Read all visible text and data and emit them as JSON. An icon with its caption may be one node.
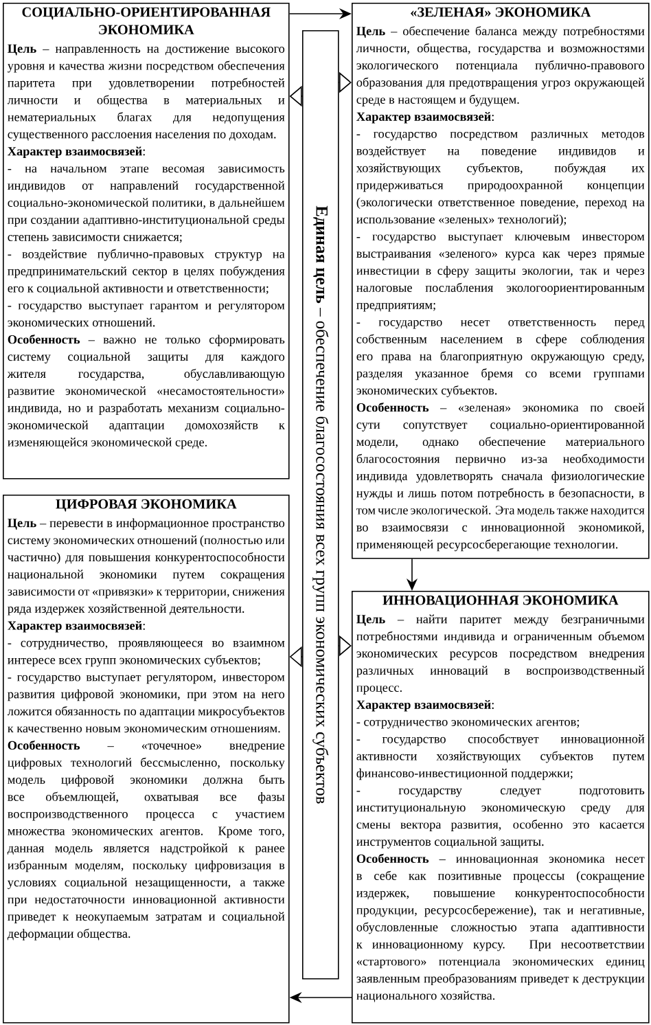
{
  "diagram": {
    "nodes": [
      {
        "text": [
          "СОЦИАЛЬНО-ОРИЕНТИРОВАННАЯ ЭКОНОМИКА",
          "**Цель** – направленность на достижение высокого уровня и качества жизни посредством обеспечения паритета при удовлетворении потребностей личности и общества в материальных и нематериальных благах для недопущения существенного расслоения населения по доходам.",
          "**Характер взаимосвязей**:",
          "- на начальном этапе весомая зависимость индивидов от направлений государственной социально-экономической политики, в дальнейшем при создании адаптивно-институциональной среды степень зависимости снижается;",
          "- воздействие публично-правовых структур на предпринимательский сектор в целях побуждения его к социальной активности и ответственности;",
          "- государство выступает гарантом и регулятором экономических отношений.",
          "**Особенность** – важно не только сформировать систему социальной защиты для каждого жителя государства, обуславливающую развитие экономической «несамостоятельности» индивида, но и разработать механизм социально-экономической адаптации домохозяйств к изменяющейся экономической среде."
        ]
      },
      {
        "text": [
          "**Единая цель** – обеспечение благосостояния всех групп экономических субъектов"
        ]
      },
      {
        "text": [
          "«ЗЕЛЕНАЯ» ЭКОНОМИКА",
          "**Цель** – обеспечение баланса между потребностями личности, общества, государства и возможностями экологического потенциала публично-правового образования для предотвращения угроз окружающей среде в настоящем и будущем.",
          "**Характер взаимосвязей**:",
          "- государство посредством различных методов воздействует на поведение индивидов и хозяйствующих субъектов, побуждая их придерживаться природоохранной концепции (экологически ответственное поведение, переход на использование «зеленых» технологий);",
          "- государство выступает ключевым инвестором выстраивания «зеленого» курса как через прямые инвестиции в сферу защиты экологии, так и через налоговые послабления экологоориентированным предприятиям;",
          "- государство несет ответственность перед собственным населением в сфере соблюдения его права на благоприятную окружающую среду, разделяя указанное бремя со всеми группами экономических субъектов.",
          "**Особенность** – «зеленая» экономика по своей сути сопутствует социально-ориентированной модели, однако обеспечение материального благосостояния первично из-за необходимости индивида удовлетворять сначала физиологические нужды и лишь потом потребность в безопасности, в том числе экологической. Эта модель также находится во взаимосвязи с инновационной экономикой, применяющей ресурсосберегающие технологии."
        ]
      },
      {
        "text": [
          "ЦИФРОВАЯ ЭКОНОМИКА",
          "**Цель** – перевести в информационное пространство систему экономических отношений (полностью или частично) для повышения конкурентоспособности национальной экономики путем сокращения зависимости от «привязки» к территории, снижения ряда издержек хозяйственной деятельности.",
          "**Характер взаимосвязей**:",
          "- сотрудничество, проявляющееся во взаимном интересе всех групп экономических субъектов;",
          "- государство выступает регулятором, инвестором развития цифровой экономики, при этом на него ложится обязанность по адаптации микросубъектов к качественно новым экономическим отношениям.",
          "**Особенность** – «точечное» внедрение цифровых технологий бессмысленно, поскольку модель цифровой экономики должна быть все объемлющей, охватывая все фазы воспроизводственного процесса с участием множества экономических агентов. Кроме того, данная модель является надстройкой к ранее избранным моделям, поскольку цифровизация в условиях социальной незащищенности, а также при недостаточности инновационной активности приведет к неокупаемым затратам и социальной деформации общества."
        ]
      },
      {
        "text": [
          "ИННОВАЦИОННАЯ ЭКОНОМИКА",
          "**Цель** – найти паритет между безграничными потребностями индивида и ограниченным объемом экономических ресурсов посредством внедрения различных инноваций в воспроизводственный процесс.",
          "**Характер взаимосвязей**:",
          "- сотрудничество экономических агентов;",
          "- государство способствует инновационной активности хозяйствующих субъектов путем финансово-инвестиционной поддержки;",
          "- государству следует подготовить институциональную экономическую среду для смены вектора развития, особенно это касается инструментов социальной защиты.",
          "**Особенность** – инновационная экономика несет в себе как позитивные процессы (сокращение издержек, повышение конкурентоспособности продукции, ресурсосбережение), так и негативные, обусловленные сложностью этапа адаптивности к инновационному курсу. При несоответствии «стартового» потенциала экономических единиц заявленным преобразованиям приведет к деструкции национального хозяйства."
        ]
      }
    ],
    "edges": [
      {
        "from": 1,
        "to": 0,
        "arrow": "to"
      },
      {
        "from": 1,
        "to": 2,
        "arrow": "to"
      },
      {
        "from": 1,
        "to": 3,
        "arrow": "to"
      },
      {
        "from": 1,
        "to": 4,
        "arrow": "to"
      },
      {
        "from": 0,
        "to": 2,
        "arrow": "to"
      },
      {
        "from": 2,
        "to": 4,
        "arrow": "to"
      },
      {
        "from": 4,
        "to": 3,
        "arrow": "to"
      }
    ]
  }
}
